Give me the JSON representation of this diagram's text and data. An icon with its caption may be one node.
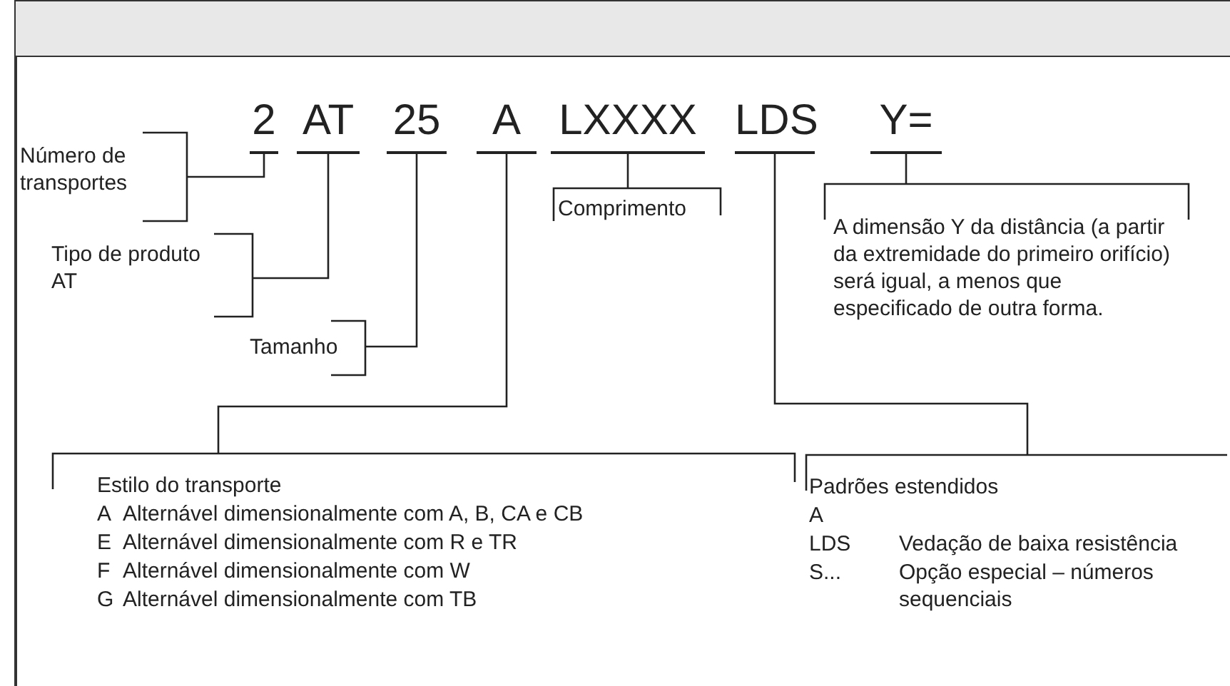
{
  "diagram": {
    "nodes": [
      {
        "text": [
          "2"
        ]
      },
      {
        "text": [
          "AT"
        ]
      },
      {
        "text": [
          "25"
        ]
      },
      {
        "text": [
          "A"
        ]
      },
      {
        "text": [
          "LXXXX"
        ]
      },
      {
        "text": [
          "LDS"
        ]
      },
      {
        "text": [
          "Y="
        ]
      },
      {
        "text": [
          "Número de transportes"
        ]
      },
      {
        "text": [
          "Tipo de produto AT"
        ]
      },
      {
        "text": [
          "Tamanho"
        ]
      },
      {
        "text": [
          "Comprimento"
        ]
      },
      {
        "text": [
          "A dimensão Y da distância (a partir da extremidade do primeiro orifício) será igual, a menos que especificado de outra forma."
        ]
      },
      {
        "text": [
          "Estilo do transporte",
          "A",
          "Alternável dimensionalmente com A, B, CA e CB",
          "E",
          "Alternável dimensionalmente com R e TR",
          "F",
          "Alternável dimensionalmente com W",
          "G",
          "Alternável dimensionalmente com TB"
        ]
      },
      {
        "text": [
          "Padrões estendidos",
          "A",
          "LDS",
          "Vedação de baixa resistência",
          "S...",
          "Opção especial – números sequenciais"
        ]
      }
    ],
    "edges": [
      {
        "from": 0,
        "to": 7,
        "arrow": "none"
      },
      {
        "from": 1,
        "to": 8,
        "arrow": "none"
      },
      {
        "from": 2,
        "to": 9,
        "arrow": "none"
      },
      {
        "from": 3,
        "to": 12,
        "arrow": "none"
      },
      {
        "from": 4,
        "to": 10,
        "arrow": "none"
      },
      {
        "from": 5,
        "to": 13,
        "arrow": "none"
      },
      {
        "from": 6,
        "to": 11,
        "arrow": "none"
      }
    ]
  }
}
